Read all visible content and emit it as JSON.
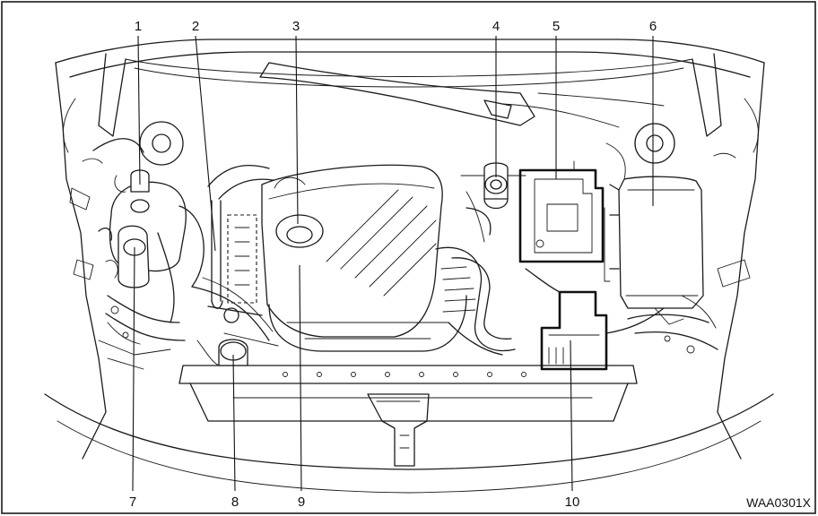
{
  "diagram": {
    "callouts": [
      {
        "id": "1",
        "label": "1"
      },
      {
        "id": "2",
        "label": "2"
      },
      {
        "id": "3",
        "label": "3"
      },
      {
        "id": "4",
        "label": "4"
      },
      {
        "id": "5",
        "label": "5"
      },
      {
        "id": "6",
        "label": "6"
      },
      {
        "id": "7",
        "label": "7"
      },
      {
        "id": "8",
        "label": "8"
      },
      {
        "id": "9",
        "label": "9"
      },
      {
        "id": "10",
        "label": "10"
      }
    ],
    "figure_code": "WAA0301X",
    "colors": {
      "line": "#1a1a1a",
      "background": "#ffffff"
    }
  }
}
